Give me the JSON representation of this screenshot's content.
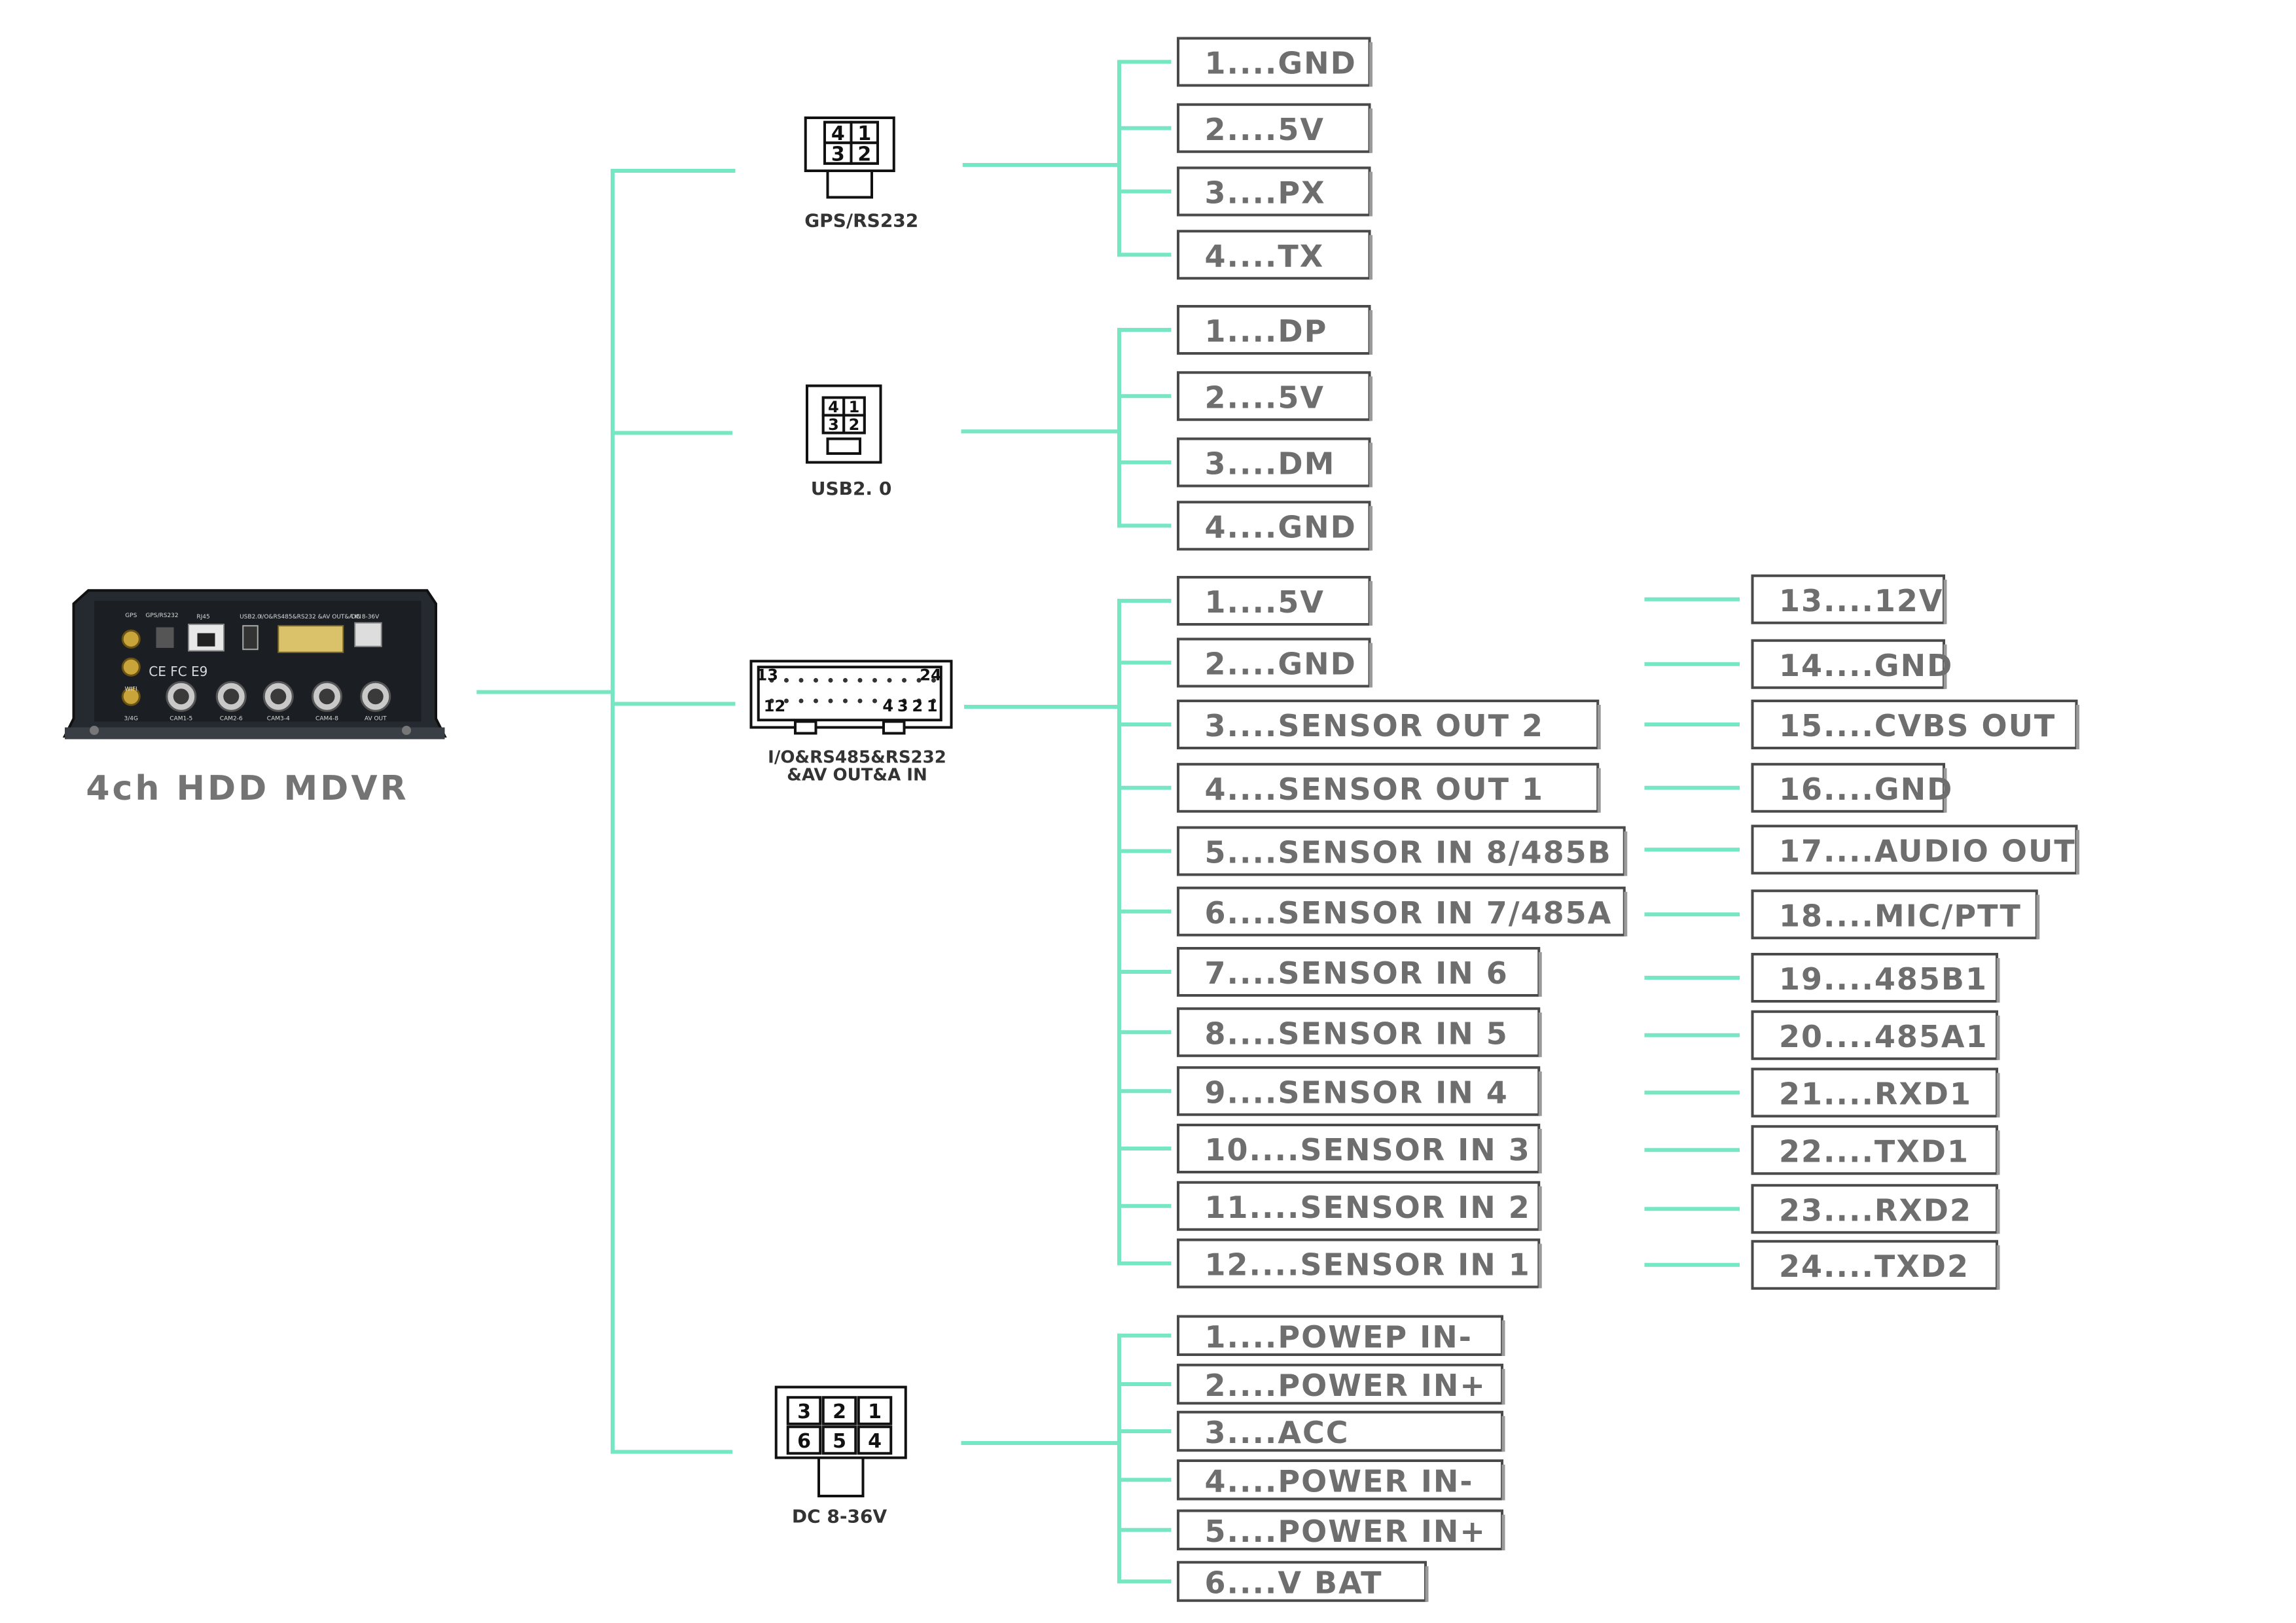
{
  "device": {
    "title": "4ch HDD MDVR",
    "panel_top_labels": [
      "GPS",
      "GPS/RS232",
      "RJ45",
      "USB2.0",
      "I/O&RS485&RS232 &AV OUT&A IN",
      "DC 8-36V"
    ],
    "panel_side_labels": [
      "WIFI",
      "3/4G"
    ],
    "panel_bottom_labels": [
      "CAM1-5",
      "CAM2-6",
      "CAM3-4",
      "CAM4-8",
      "AV OUT"
    ],
    "panel_marks": "CE FC E9"
  },
  "connectors": [
    {
      "id": "gps",
      "label": "GPS/RS232",
      "pin_numbers": [
        "4",
        "1",
        "3",
        "2"
      ],
      "pins": [
        "1....GND",
        "2....5V",
        "3....PX",
        "4....TX"
      ]
    },
    {
      "id": "usb",
      "label": "USB2. 0",
      "pin_numbers": [
        "4",
        "1",
        "3",
        "2"
      ],
      "pins": [
        "1....DP",
        "2....5V",
        "3....DM",
        "4....GND"
      ]
    },
    {
      "id": "io",
      "label": [
        "I/O&RS485&RS232",
        "&AV OUT&A IN"
      ],
      "pin_numbers": [
        "13",
        "24",
        "12",
        "4",
        "3",
        "2",
        "1"
      ],
      "pins": [
        "1....5V",
        "2....GND",
        "3....SENSOR OUT 2",
        "4....SENSOR OUT 1",
        "5....SENSOR IN 8/485B",
        "6....SENSOR IN 7/485A",
        "7....SENSOR IN 6",
        "8....SENSOR IN 5",
        "9....SENSOR IN 4",
        "10....SENSOR IN 3",
        "11....SENSOR IN 2",
        "12....SENSOR IN 1"
      ],
      "pins_right": [
        "13....12V",
        "14....GND",
        "15....CVBS OUT",
        "16....GND",
        "17....AUDIO OUT",
        "18....MIC/PTT",
        "19....485B1",
        "20....485A1",
        "21....RXD1",
        "22....TXD1",
        "23....RXD2",
        "24....TXD2"
      ]
    },
    {
      "id": "dc",
      "label": "DC 8-36V",
      "pin_numbers": [
        "3",
        "2",
        "1",
        "6",
        "5",
        "4"
      ],
      "pins": [
        "1....POWEP IN-",
        "2....POWER IN+",
        "3....ACC",
        "4....POWER IN-",
        "5....POWER IN+",
        "6....V BAT"
      ]
    }
  ],
  "colors": {
    "line": "#77e6c2",
    "box_border": "#4a4a4a",
    "text": "#6e6e6e",
    "device": "#252a30"
  }
}
